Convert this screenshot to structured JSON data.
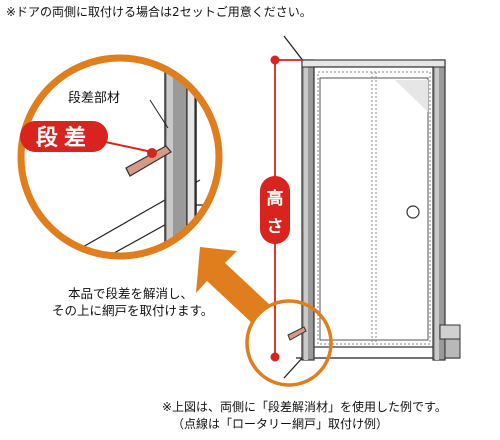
{
  "top_note": "※ドアの両側に取付ける場合は2セットご用意ください。",
  "callout": {
    "part_label": "段差部材",
    "badge_label": "段差"
  },
  "height_label_1": "高",
  "height_label_2": "さ",
  "description_lines": [
    "本品で段差を解消し、",
    "その上に網戸を取付けます。"
  ],
  "bottom_note_lines": [
    "※上図は、両側に「段差解消材」を使用した例です。",
    "（点線は「ロータリー網戸」取付け例）"
  ],
  "colors": {
    "orange": "#e07d1c",
    "red": "#d8231e",
    "wood": "#d59a84",
    "frame_gray": "#9a9a9a",
    "light_gray": "#e6e6e6"
  }
}
